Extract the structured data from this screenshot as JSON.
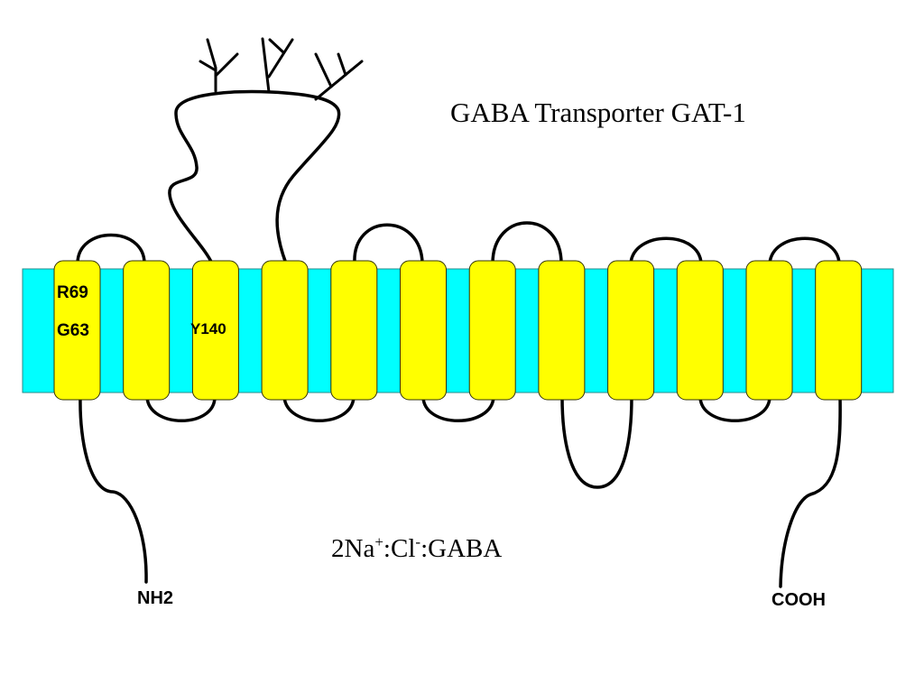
{
  "title": "GABA Transporter GAT-1",
  "stoichiometry": {
    "prefix": "2Na",
    "na_charge": "+",
    "middle": ":Cl",
    "cl_charge": "-",
    "suffix": ":GABA"
  },
  "termini": {
    "n_terminus": "NH2",
    "c_terminus": "COOH"
  },
  "residues": {
    "tm1_upper": "R69",
    "tm1_lower": "G63",
    "tm3": "Y140"
  },
  "membrane": {
    "helix_count": 12,
    "membrane_color": "#00ffff",
    "helix_color": "#ffff00",
    "stroke_color": "#000000"
  },
  "glycosylation_sites": 3
}
